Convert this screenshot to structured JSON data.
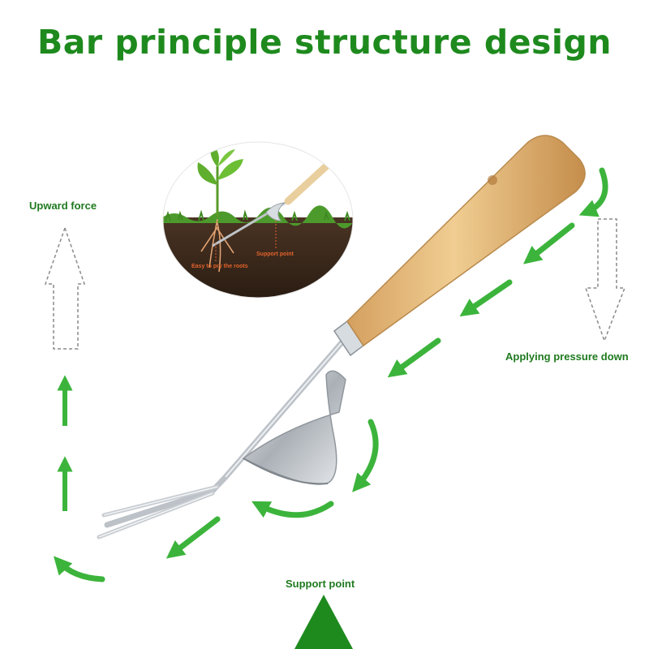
{
  "title": "Bar principle structure design",
  "labels": {
    "upward_force": "Upward force",
    "applying_pressure_down": "Applying pressure down",
    "support_point": "Support point"
  },
  "inset": {
    "easy_to_pry": "Easy to pry the roots",
    "support_point": "Support point"
  },
  "colors": {
    "title_green": "#1e8a1e",
    "arrow_green": "#3cb43c",
    "handle_wood": "#e3b877",
    "steel": "#c9ced3",
    "inset_label": "#e2622a"
  },
  "icons": [
    "upward-outline-arrow-icon",
    "downward-outline-arrow-icon",
    "curved-green-arrow-icon",
    "support-triangle-icon"
  ]
}
